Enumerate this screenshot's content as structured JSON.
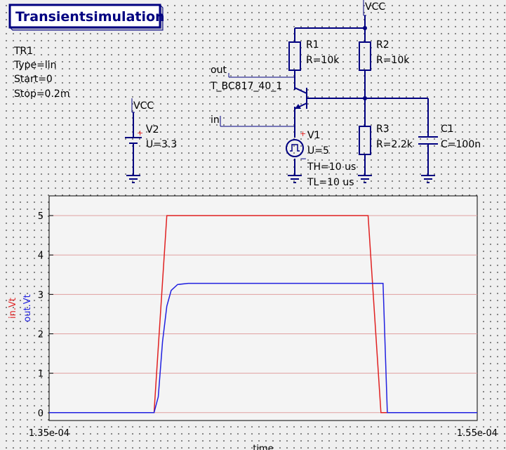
{
  "title": "Transientsimulation",
  "simulation": {
    "name": "TR1",
    "type": "Type=lin",
    "start": "Start=0",
    "stop": "Stop=0.2m"
  },
  "labels": {
    "vcc_top": "VCC",
    "vcc_left": "VCC",
    "out": "out",
    "in": "in"
  },
  "components": {
    "r1": {
      "name": "R1",
      "value": "R=10k"
    },
    "r2": {
      "name": "R2",
      "value": "R=10k"
    },
    "r3": {
      "name": "R3",
      "value": "R=2.2k"
    },
    "c1": {
      "name": "C1",
      "value": "C=100n"
    },
    "v1": {
      "name": "V1",
      "u": "U=5",
      "th": "TH=10 us",
      "tl": "TL=10 us"
    },
    "v2": {
      "name": "V2",
      "u": "U=3.3"
    },
    "transistor": {
      "name": "T_BC817_40_1"
    }
  },
  "colors": {
    "wire": "#000080",
    "in_trace": "#e02020",
    "out_trace": "#2020e0",
    "gridline": "#e0a0a0",
    "plot_bg": "#f4f4f4"
  },
  "chart_data": {
    "type": "line",
    "xlabel": "time",
    "x_tick_labels": [
      "1.35e-04",
      "1.55e-04"
    ],
    "xlim": [
      0.000135,
      0.000155
    ],
    "ylim": [
      -0.2,
      5.5
    ],
    "y_ticks": [
      0,
      1,
      2,
      3,
      4,
      5
    ],
    "grid": true,
    "series": [
      {
        "name": "in.Vt",
        "color": "#e02020",
        "x": [
          0.000135,
          0.0001399,
          0.0001405,
          0.0001499,
          0.0001505,
          0.000155
        ],
        "y": [
          0,
          0,
          5,
          5,
          0,
          0
        ]
      },
      {
        "name": "out.Vt",
        "color": "#2020e0",
        "x": [
          0.000135,
          0.0001399,
          0.0001401,
          0.0001403,
          0.0001405,
          0.0001407,
          0.000141,
          0.0001415,
          0.0001505,
          0.0001506,
          0.0001508,
          0.000155
        ],
        "y": [
          0,
          0,
          0.4,
          1.8,
          2.7,
          3.1,
          3.25,
          3.28,
          3.28,
          3.28,
          0,
          0
        ]
      }
    ]
  }
}
